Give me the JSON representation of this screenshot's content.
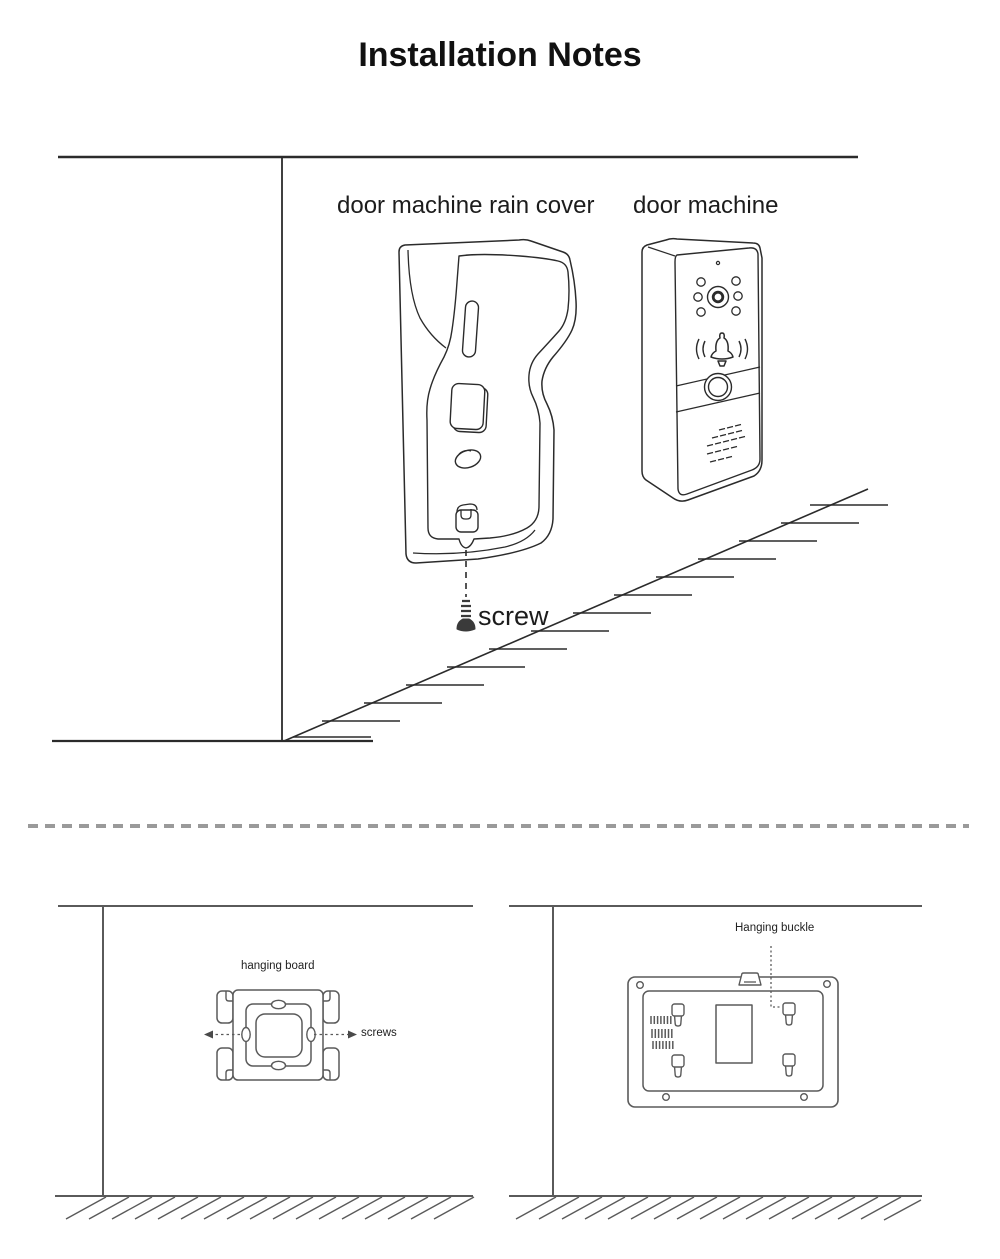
{
  "title": "Installation Notes",
  "top_section": {
    "rain_cover_label": "door machine rain cover",
    "door_machine_label": "door machine",
    "screw_label": "screw"
  },
  "bottom_left_panel": {
    "board_label": "hanging board",
    "screws_label": "screws"
  },
  "bottom_right_panel": {
    "buckle_label": "Hanging buckle"
  },
  "colors": {
    "ink_dark": "#2b2b2b",
    "ink_gray": "#5a5a5a",
    "divider_gray": "#9a9a9a",
    "background": "#ffffff"
  }
}
